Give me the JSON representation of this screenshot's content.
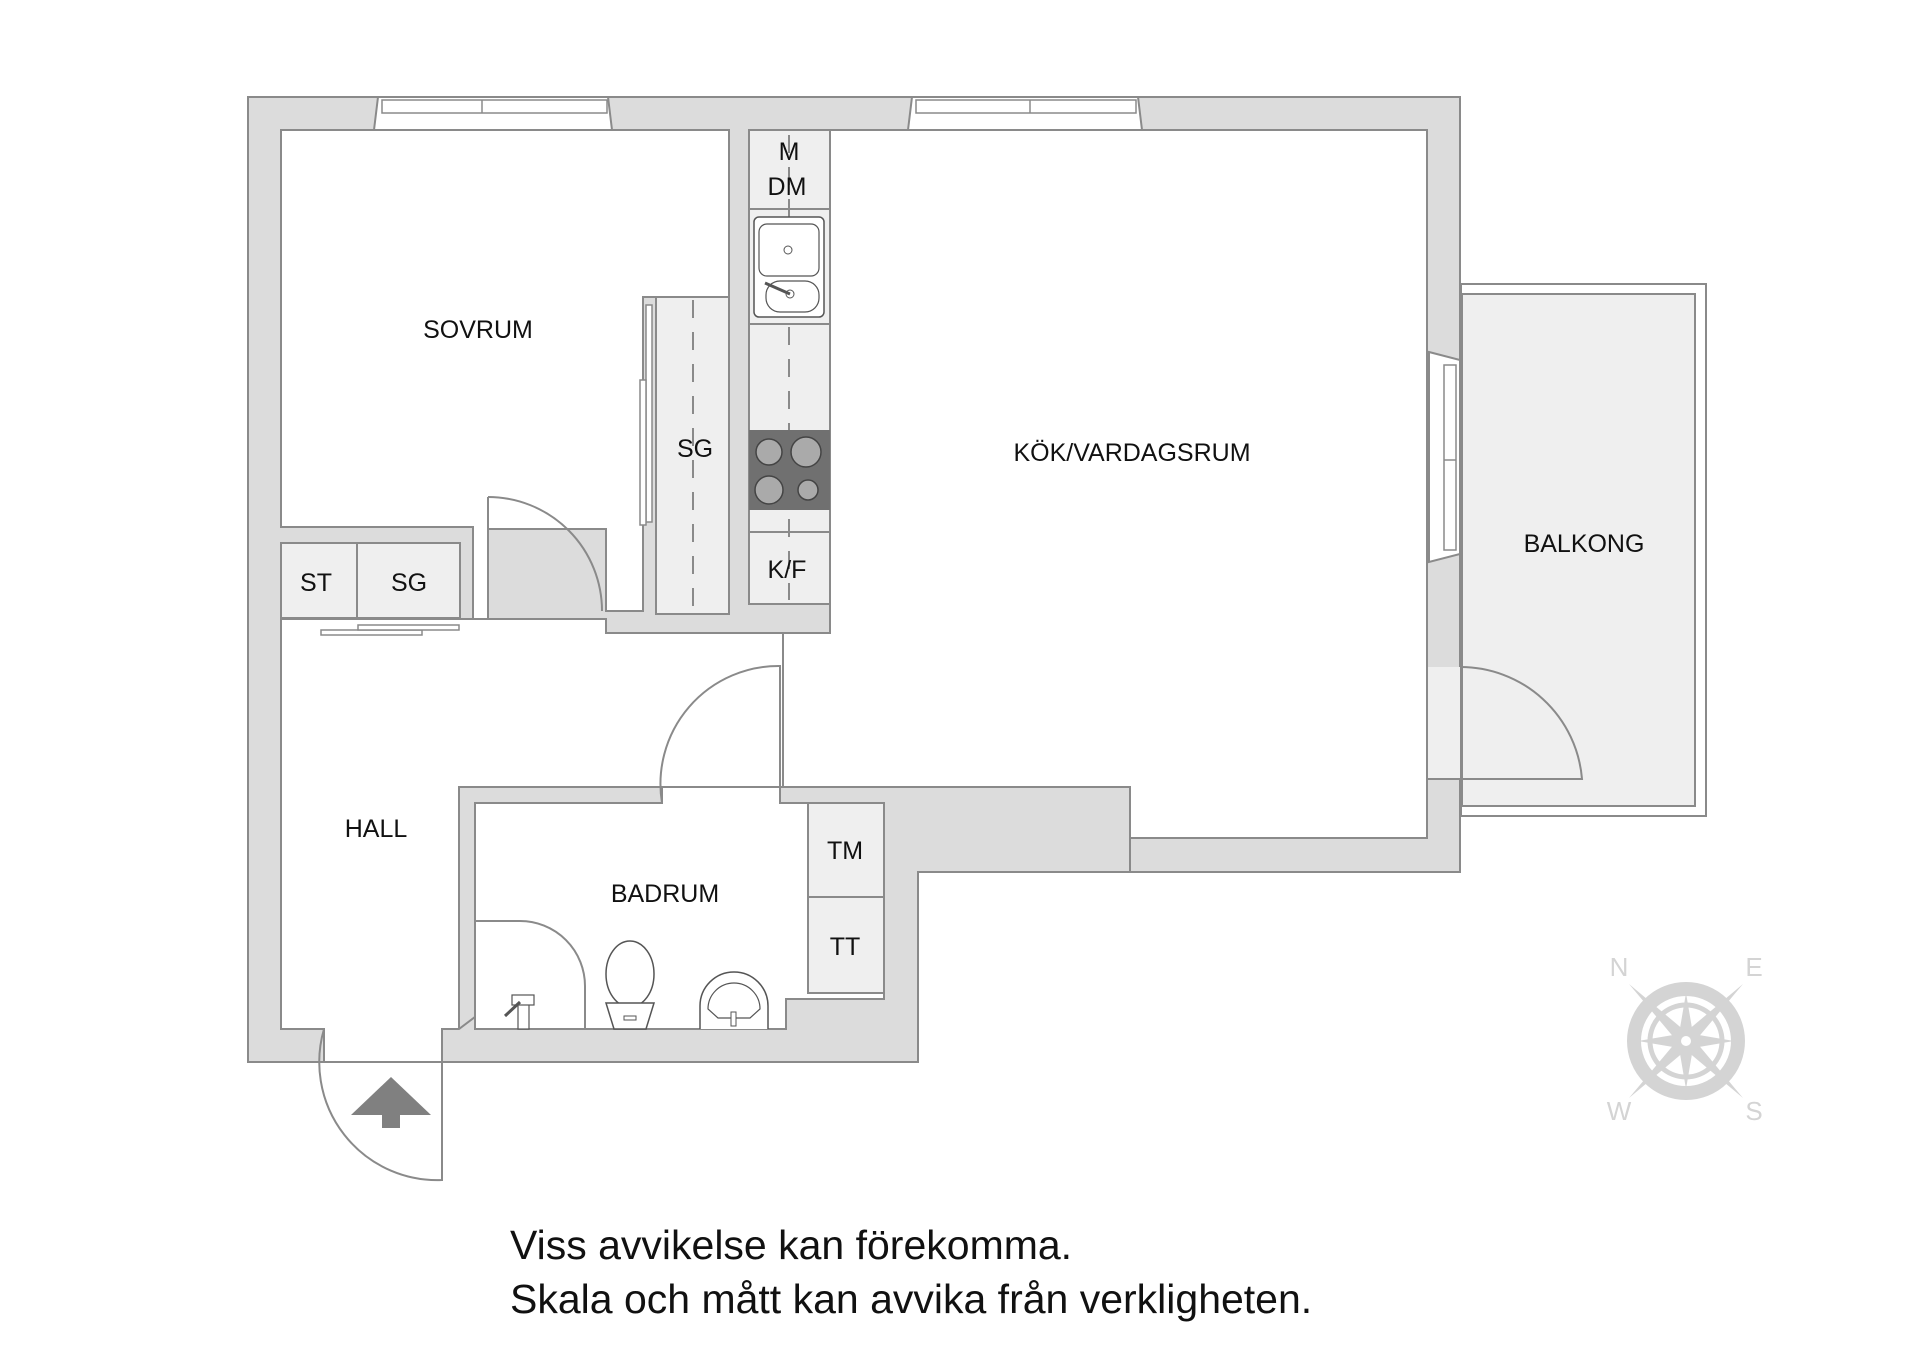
{
  "floorplan": {
    "rooms": {
      "sovrum": "SOVRUM",
      "kok_vardagsrum": "KÖK/VARDAGSRUM",
      "balkong": "BALKONG",
      "hall": "HALL",
      "badrum": "BADRUM"
    },
    "fixtures": {
      "microwave": "M",
      "dishwasher": "DM",
      "fridge_freezer": "K/F",
      "wardrobe_bedroom": "SG",
      "wardrobe_hall": "SG",
      "storage_hall": "ST",
      "washing_machine": "TM",
      "tumble_dryer": "TT"
    },
    "compass": {
      "n": "N",
      "e": "E",
      "w": "W",
      "s": "S"
    },
    "colors": {
      "wall": "#dcdcdc",
      "outline": "#8a8a8a",
      "cabinet": "#efefef",
      "stove": "#707070",
      "entrance_arrow": "#808080",
      "compass": "#d4d4d4"
    }
  },
  "disclaimer": {
    "line1": "Viss avvikelse kan förekomma.",
    "line2": "Skala och mått kan avvika från verkligheten."
  }
}
